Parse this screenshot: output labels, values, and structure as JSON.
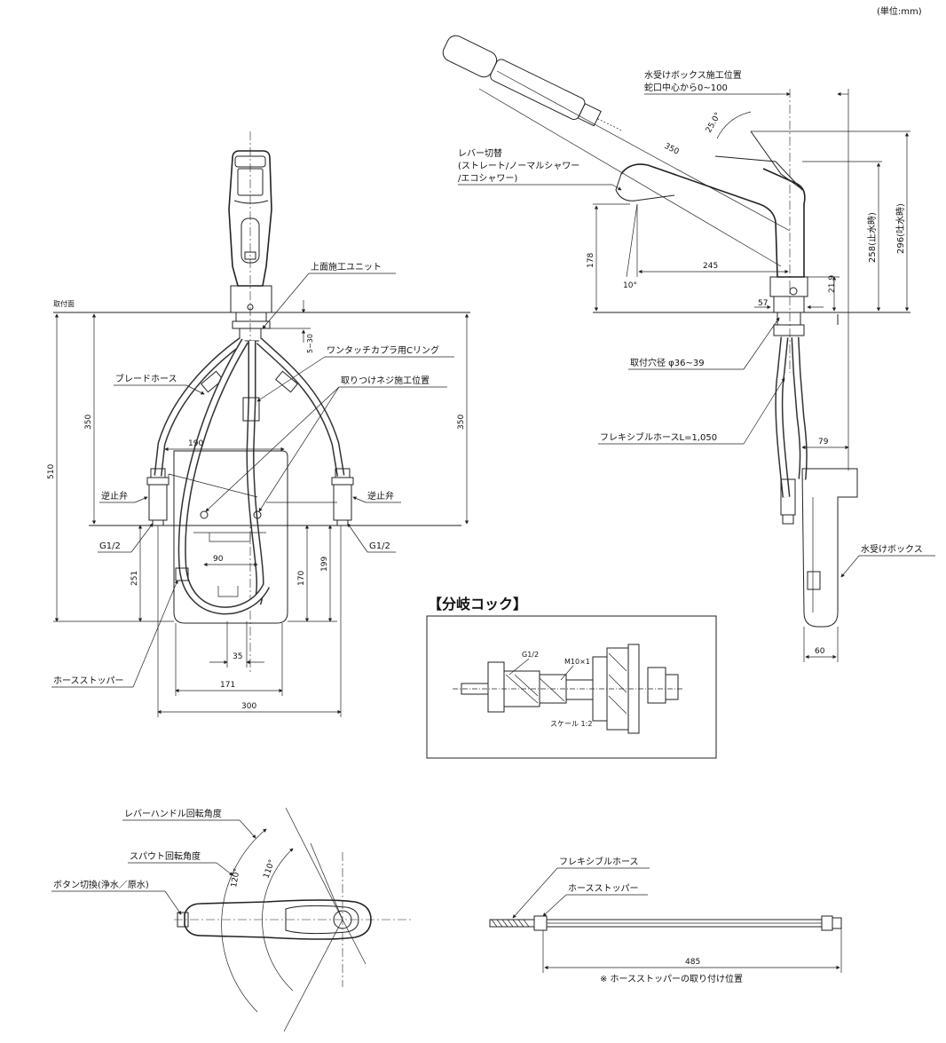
{
  "unit_note": "(単位:mm)",
  "front_view": {
    "labels": {
      "top_unit": "上面施工ユニット",
      "mount_surface": "取付面",
      "c_ring": "ワンタッチカプラ用Cリング",
      "braid_hose": "ブレードホース",
      "screw_position": "取りつけネジ施工位置",
      "check_valve_left": "逆止弁",
      "check_valve_right": "逆止弁",
      "g12_left": "G1/2",
      "g12_right": "G1/2",
      "hose_stopper": "ホースストッパー"
    },
    "dimensions": {
      "d510": "510",
      "d350_left": "350",
      "d350_right": "350",
      "d5_30": "5~30",
      "d190": "190",
      "d90": "90",
      "d251": "251",
      "d170": "170",
      "d199": "199",
      "d35": "35",
      "d171": "171",
      "d300": "300"
    }
  },
  "side_view": {
    "labels": {
      "box_position_1": "水受けボックス施工位置",
      "box_position_2": "蛇口中心から0~100",
      "lever_1": "レバー切替",
      "lever_2": "(ストレート/ノーマルシャワー",
      "lever_3": "/エコシャワー)",
      "mount_hole": "取付穴径 φ36~39",
      "flex_hose": "フレキシブルホースL=1,050",
      "water_box": "水受けボックス"
    },
    "dimensions": {
      "d350": "350",
      "angle25": "25.0°",
      "d178": "178",
      "angle10": "10°",
      "d245": "245",
      "d21_9": "21.9",
      "d57": "57",
      "d258": "258(止水時)",
      "d296": "296(吐水時)",
      "d79": "79",
      "d60": "60"
    }
  },
  "branch_cock": {
    "title": "【分岐コック】",
    "g12": "G1/2",
    "m10": "M10×1",
    "scale": "スケール 1:2"
  },
  "top_view": {
    "labels": {
      "lever_rotation": "レバーハンドル回転角度",
      "spout_rotation": "スパウト回転角度",
      "button_switch": "ボタン切換(浄水／原水)"
    },
    "angles": {
      "a120": "120°",
      "a110": "110°"
    }
  },
  "hose_view": {
    "labels": {
      "flex_hose": "フレキシブルホース",
      "hose_stopper": "ホースストッパー"
    },
    "d485": "485",
    "note": "※ ホースストッパーの取り付け位置"
  },
  "colors": {
    "line": "#222222",
    "background": "#ffffff"
  }
}
